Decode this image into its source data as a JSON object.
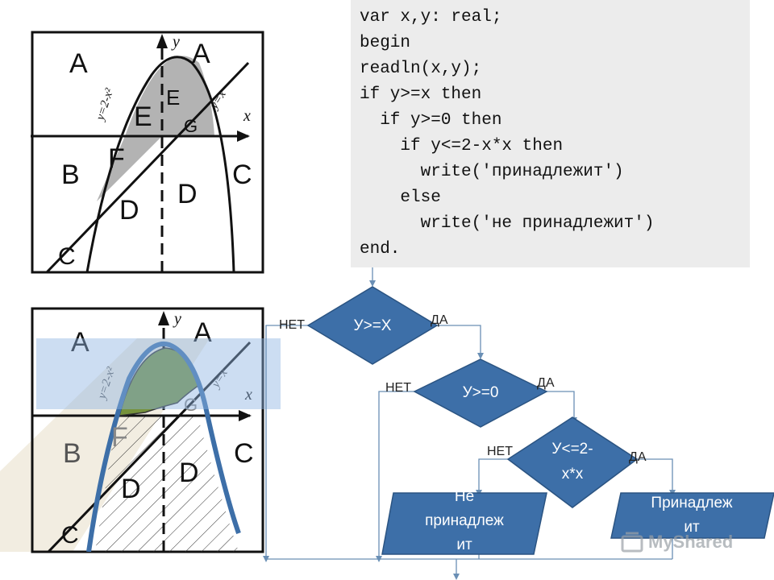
{
  "code": {
    "lines": [
      "var x,y: real;",
      "begin",
      "readln(x,y);",
      "if y>=x then",
      "  if y>=0 then",
      "    if y<=2-x*x then",
      "      write('принадлежит')",
      "    else",
      "      write('не принадлежит')",
      "end."
    ]
  },
  "figure": {
    "region_labels": [
      "A",
      "A",
      "B",
      "C",
      "D",
      "D",
      "E",
      "E",
      "F",
      "G",
      "C"
    ],
    "axis_x": "x",
    "axis_y": "y",
    "curve_parabola": "y=2-x²",
    "curve_line": "y=x"
  },
  "flowchart": {
    "decision1": "У>=Х",
    "decision2": "У>=0",
    "decision3_line1": "У<=2-",
    "decision3_line2": "х*х",
    "no_label": "НЕТ",
    "yes_label": "ДА",
    "output_no": [
      "Не",
      "принадлеж",
      "ит"
    ],
    "output_yes": [
      "Принадлеж",
      "ит"
    ]
  },
  "colors": {
    "diamond": "#3d6fa8",
    "green_region": "#76923c",
    "highlight_band": "#8eb4e3",
    "code_bg": "#ececec"
  },
  "watermark": {
    "text": "MyShared"
  }
}
